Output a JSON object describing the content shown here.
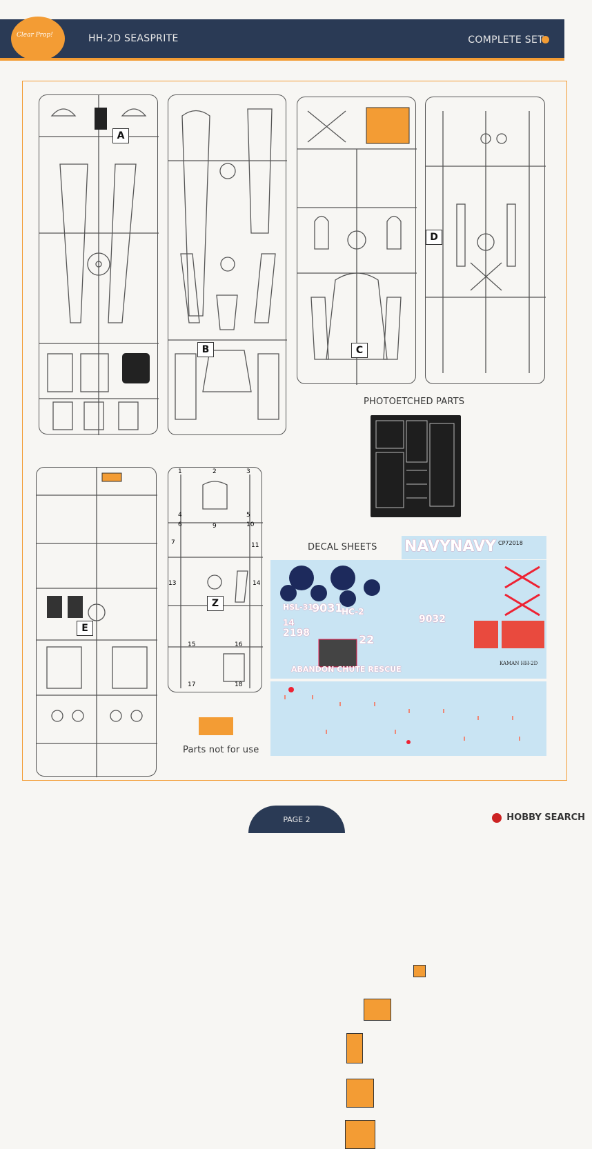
{
  "header": {
    "logo_text": "Clear Prop!",
    "title": "HH-2D SEASPRITE",
    "subtitle": "COMPLETE SET"
  },
  "sprues": [
    {
      "label": "A"
    },
    {
      "label": "B"
    },
    {
      "label": "C"
    },
    {
      "label": "D"
    },
    {
      "label": "E"
    },
    {
      "label": "Z"
    }
  ],
  "sprue_z_numbers": [
    "1",
    "2",
    "3",
    "4",
    "5",
    "6",
    "7",
    "9",
    "10",
    "11",
    "13",
    "14",
    "15",
    "16",
    "17",
    "18"
  ],
  "sections": {
    "photoetched": "PHOTOETCHED PARTS",
    "decals": "DECAL SHEETS",
    "legend": "Parts not for use"
  },
  "decal_text": {
    "navy": "NAVY",
    "code1": "HSL-31",
    "code2": "HC-2",
    "num1": "9031",
    "num2": "9032",
    "num3": "2198",
    "num4": "22",
    "num5": "14",
    "banner": "ABANDON CHUTE RESCUE",
    "kit_code": "CP72018",
    "kit_name": "KAMAN HH-2D"
  },
  "footer": {
    "page": "PAGE 2",
    "watermark": "HOBBY SEARCH"
  },
  "colors": {
    "accent": "#f39c34",
    "navy_bar": "#2a3a55",
    "decal_bg": "#c9e4f3"
  }
}
